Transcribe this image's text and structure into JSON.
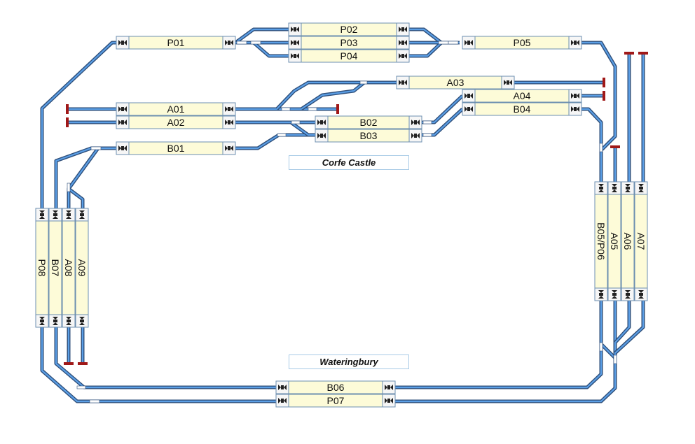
{
  "stations": {
    "upper": "Corfe Castle",
    "lower": "Wateringbury"
  },
  "blocks": [
    {
      "id": "P01",
      "label": "P01"
    },
    {
      "id": "P02",
      "label": "P02"
    },
    {
      "id": "P03",
      "label": "P03"
    },
    {
      "id": "P04",
      "label": "P04"
    },
    {
      "id": "P05",
      "label": "P05"
    },
    {
      "id": "A03",
      "label": "A03"
    },
    {
      "id": "A04",
      "label": "A04"
    },
    {
      "id": "B04",
      "label": "B04"
    },
    {
      "id": "A01",
      "label": "A01"
    },
    {
      "id": "A02",
      "label": "A02"
    },
    {
      "id": "B02",
      "label": "B02"
    },
    {
      "id": "B03",
      "label": "B03"
    },
    {
      "id": "B01",
      "label": "B01"
    },
    {
      "id": "P08",
      "label": "P08"
    },
    {
      "id": "B07",
      "label": "B07"
    },
    {
      "id": "A08",
      "label": "A08"
    },
    {
      "id": "A09",
      "label": "A09"
    },
    {
      "id": "B05P06",
      "label": "B05/P06"
    },
    {
      "id": "A05",
      "label": "A05"
    },
    {
      "id": "A06",
      "label": "A06"
    },
    {
      "id": "A07",
      "label": "A07"
    },
    {
      "id": "B06",
      "label": "B06"
    },
    {
      "id": "P07",
      "label": "P07"
    }
  ],
  "colors": {
    "track": "#5b9fe6",
    "track_edge": "#2f4f7a",
    "block_fill": "#fdfbd8",
    "buffer_stop": "#a01818",
    "station_border": "#a9cbe6"
  }
}
